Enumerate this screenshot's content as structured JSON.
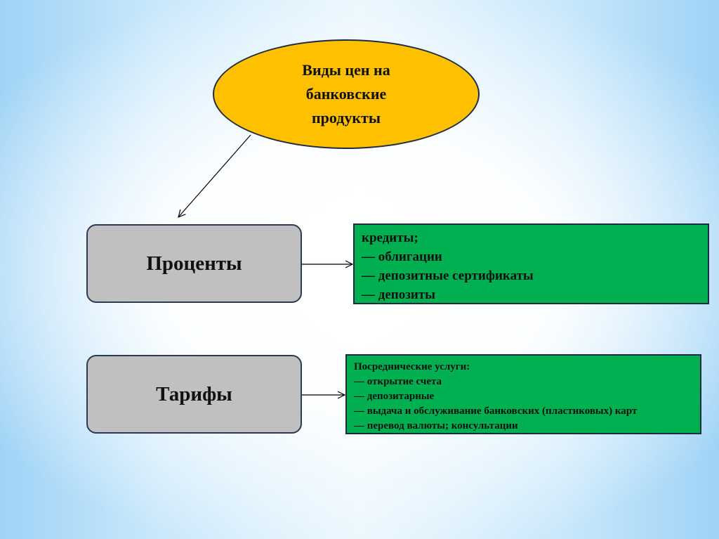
{
  "title": {
    "line1": "Виды цен на",
    "line2": "банковские",
    "line3": "продукты"
  },
  "categories": {
    "interest": {
      "label": "Проценты",
      "details": [
        "кредиты;",
        "— облигации",
        "— депозитные сертификаты",
        "— депозиты"
      ]
    },
    "tariffs": {
      "label": "Тарифы",
      "details": [
        "Посреднические услуги:",
        "— открытие счета",
        "— депозитарные",
        "— выдача и обслуживание банковских (пластиковых) карт",
        "— перевод валюты; консультации"
      ]
    }
  },
  "colors": {
    "title_fill": "#ffc000",
    "category_fill": "#c0c0c0",
    "detail_fill": "#00b050",
    "outline": "#1f2a44"
  }
}
